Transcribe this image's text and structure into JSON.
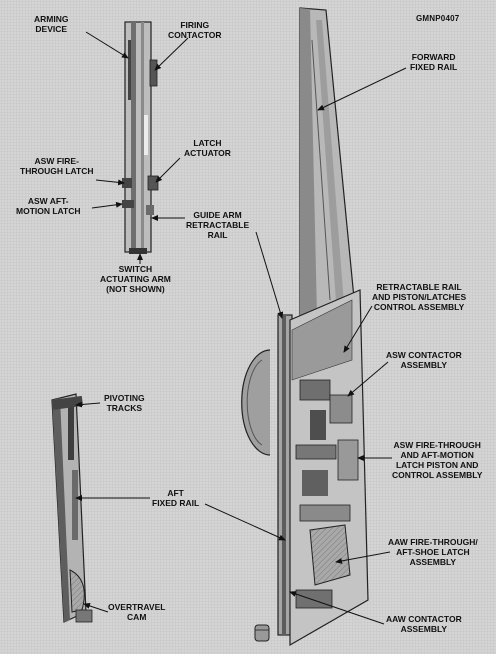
{
  "figure_code": "GMNP0407",
  "labels": {
    "arming_device": "ARMING\nDEVICE",
    "firing_contactor": "FIRING\nCONTACTOR",
    "latch_actuator": "LATCH\nACTUATOR",
    "asw_fire_through_latch": "ASW FIRE-\nTHROUGH LATCH",
    "asw_aft_motion_latch": "ASW AFT-\nMOTION LATCH",
    "guide_arm_retractable_rail": "GUIDE ARM\nRETRACTABLE\nRAIL",
    "switch_actuating_arm": "SWITCH\nACTUATING ARM\n(NOT SHOWN)",
    "forward_fixed_rail": "FORWARD\nFIXED RAIL",
    "retractable_rail_assembly": "RETRACTABLE RAIL\nAND PISTON/LATCHES\nCONTROL ASSEMBLY",
    "asw_contactor_assembly": "ASW CONTACTOR\nASSEMBLY",
    "asw_fire_through_control": "ASW FIRE-THROUGH\nAND AFT-MOTION\nLATCH PISTON AND\nCONTROL ASSEMBLY",
    "pivoting_tracks": "PIVOTING\nTRACKS",
    "aft_fixed_rail": "AFT\nFIXED RAIL",
    "aaw_fire_through_latch": "AAW FIRE-THROUGH/\nAFT-SHOE LATCH\nASSEMBLY",
    "overtravel_cam": "OVERTRAVEL\nCAM",
    "aaw_contactor_assembly": "AAW CONTACTOR\nASSEMBLY"
  }
}
